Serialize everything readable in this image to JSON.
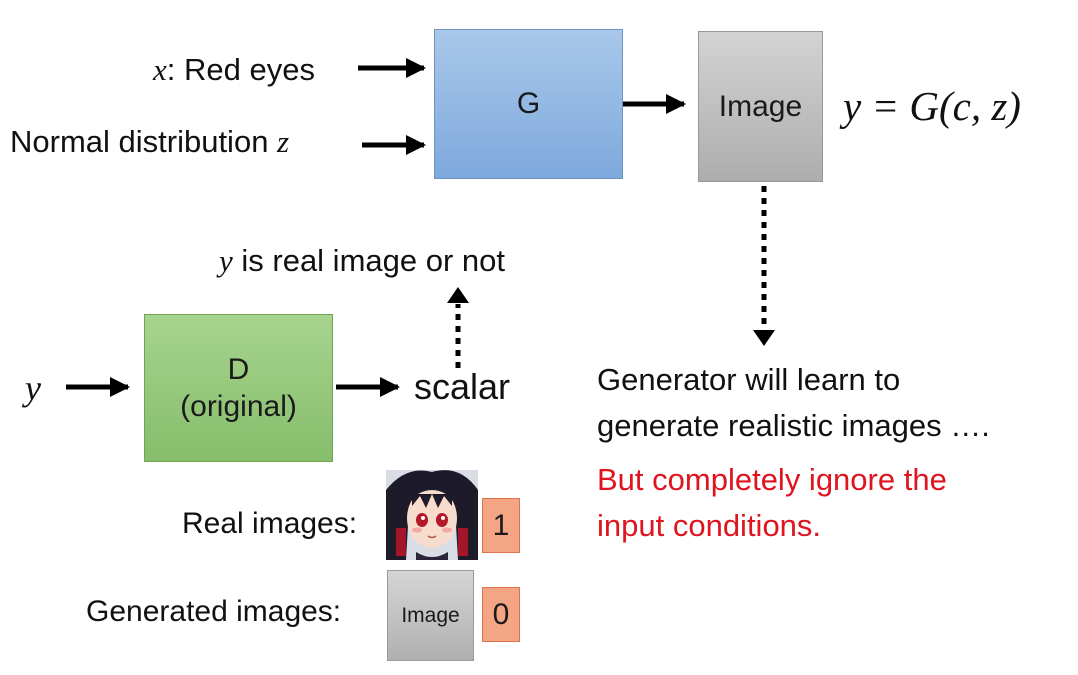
{
  "diagram": {
    "inputs": {
      "x_var": "x",
      "x_text": ": Red eyes",
      "z_text": "Normal distribution ",
      "z_var": "z"
    },
    "generator_label": "G",
    "output_image_label": "Image",
    "equation": "y = G(c, z)",
    "discriminator": {
      "input_var": "y",
      "title": "D",
      "subtitle": "(original)",
      "output": "scalar"
    },
    "question": {
      "var": "y",
      "text": " is real image or not"
    },
    "examples": {
      "real_label": "Real images:",
      "real_value": "1",
      "generated_label": "Generated images:",
      "generated_box": "Image",
      "generated_value": "0"
    },
    "note": {
      "line1": "Generator will learn to",
      "line2": "generate realistic images ….",
      "warning_line1": "But completely ignore the",
      "warning_line2": "input conditions."
    }
  },
  "colors": {
    "generator_fill": "#8fb5e3",
    "image_fill": "#bfbfbf",
    "discriminator_fill": "#97c97c",
    "label_fill": "#f4a583",
    "warning_text": "#e0141e"
  }
}
